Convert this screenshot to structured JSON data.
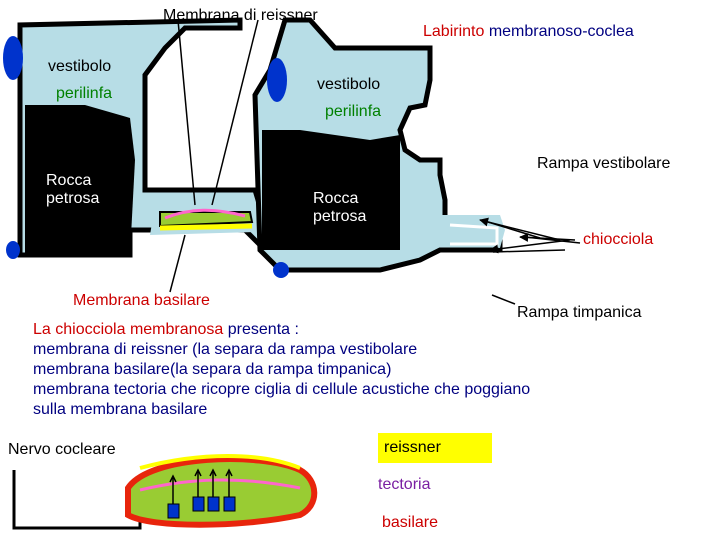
{
  "labels": {
    "reissner_top": "Membrana di reissner",
    "title_part1": "Labirinto",
    "title_part2": "membranoso-coclea",
    "vestibolo_left": "vestibolo",
    "perilinfa_left": "perilinfa",
    "vestibolo_right": "vestibolo",
    "perilinfa_right": "perilinfa",
    "rampa_vestibolare": "Rampa vestibolare",
    "rocca_left_1": "Rocca",
    "rocca_left_2": "petrosa",
    "rocca_right_1": "Rocca",
    "rocca_right_2": "petrosa",
    "chiocciola": "chiocciola",
    "membrana_basilare": "Membrana basilare",
    "rampa_timpanica": "Rampa timpanica"
  },
  "description": {
    "line1_a": "La chiocciola membranosa",
    "line1_b": " presenta :",
    "line2": "membrana di reissner (la separa da rampa vestibolare",
    "line3": "membrana basilare(la separa da rampa timpanica)",
    "line4": "membrana tectoria che ricopre ciglia di cellule acustiche che poggiano",
    "line5": "sulla membrana basilare"
  },
  "legend": {
    "nervo": "Nervo cocleare",
    "reissner": "reissner",
    "tectoria": "tectoria",
    "basilare": "basilare"
  },
  "colors": {
    "perilymph": "#b7dde6",
    "bone": "#000000",
    "window": "#0033cc",
    "basilar": "#ffff00",
    "tectorial": "#ff66cc",
    "organ": "#99cc33",
    "membrane_outer": "#e8250c"
  }
}
